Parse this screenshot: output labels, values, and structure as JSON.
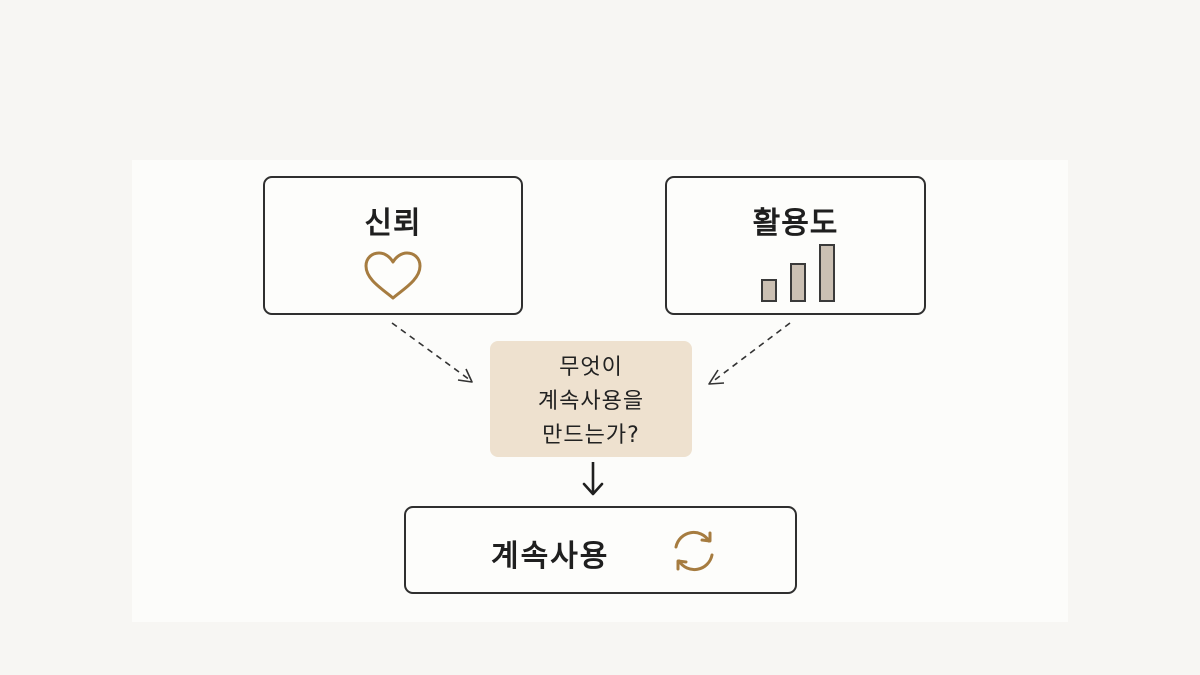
{
  "diagram": {
    "trust": {
      "label": "신뢰",
      "icon": "heart-icon"
    },
    "usage": {
      "label": "활용도",
      "icon": "bar-chart-icon"
    },
    "question": {
      "lines": [
        "무엇이",
        "계속사용을",
        "만드는가?"
      ]
    },
    "continued_use": {
      "label": "계속사용",
      "icon": "refresh-cycle-icon"
    },
    "colors": {
      "accent": "#a67c40",
      "question_fill": "#eee1cf",
      "border": "#2f2f2f",
      "bar_fill": "#cbc0b3"
    }
  }
}
